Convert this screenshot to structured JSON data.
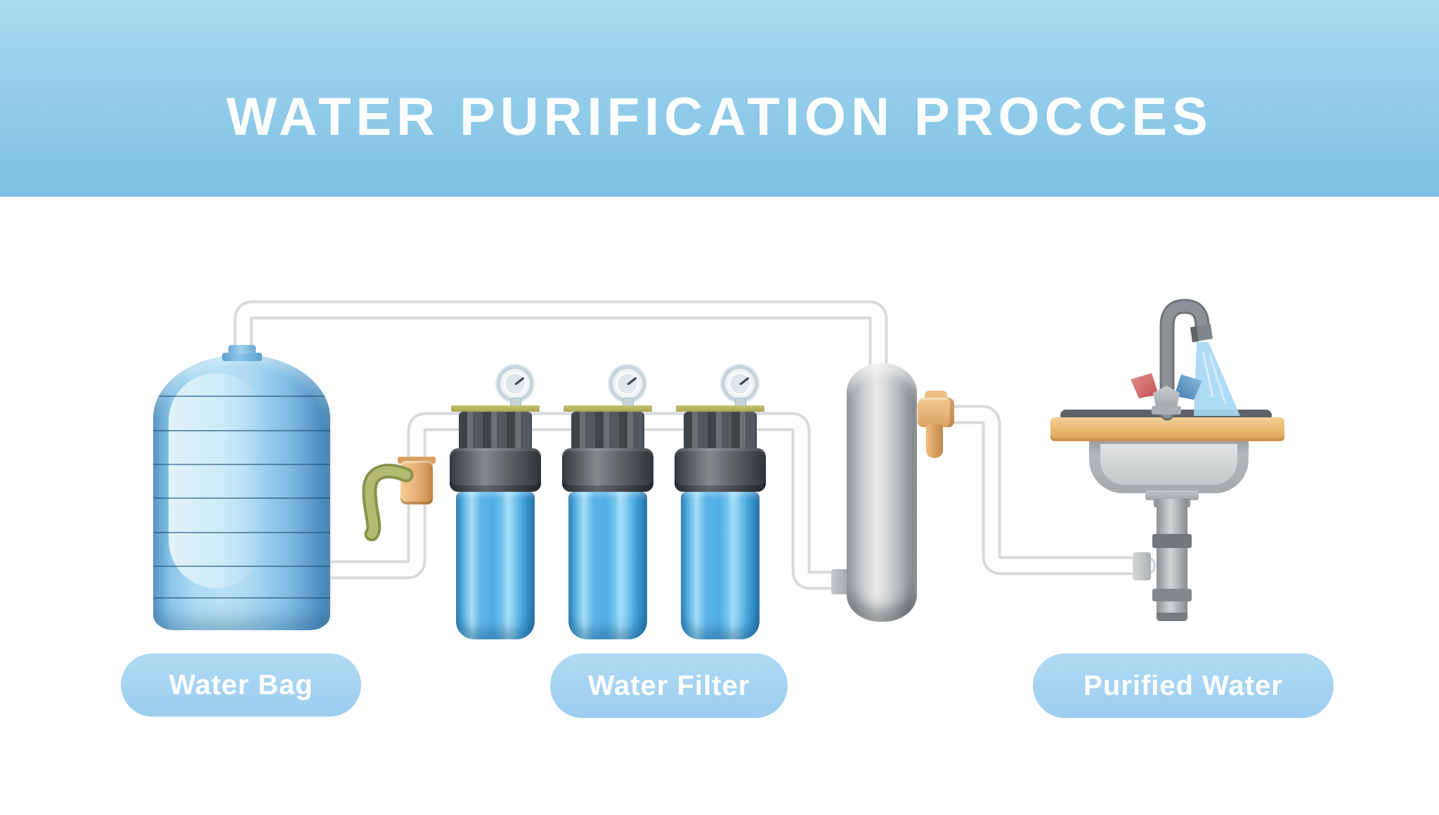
{
  "header": {
    "title": "WATER PURIFICATION PROCCES",
    "background_top": "#a9daf1",
    "background_bottom": "#7fc0e3",
    "title_color": "#fcfefe"
  },
  "diagram": {
    "stages": [
      {
        "label": "Water Bag"
      },
      {
        "label": "Water Filter"
      },
      {
        "label": "Purified Water"
      }
    ],
    "label_pill_color": "#a5d2f0",
    "label_text_color": "#ffffff",
    "icons": [
      "water-bag-tank-icon",
      "tank-cap-icon",
      "inlet-valve-icon",
      "valve-handle-icon",
      "filter-cartridge-icon",
      "pressure-gauge-icon",
      "filter-cap-icon",
      "pressure-tank-icon",
      "outlet-valve-icon",
      "pipe-icon",
      "sink-icon",
      "countertop-icon",
      "faucet-icon",
      "hot-handle-icon",
      "cold-handle-icon",
      "water-spray-icon",
      "drain-pipe-icon"
    ],
    "colors": {
      "tank_blue": "#aedcf3",
      "tank_blue_edge": "#4a8ec0",
      "filter_blue": "#4fade3",
      "filter_cap_gray": "#53585c",
      "filter_top_bar": "#b5b45e",
      "pressure_tank_gray": "#d2d4d6",
      "pipe_white": "#fdfdfd",
      "pipe_outline": "#d7dadc",
      "valve_tan": "#e9b477",
      "valve_handle_green": "#b3bb70",
      "counter_tan": "#eab970",
      "faucet_gray": "#8b9196",
      "hot_red": "#c24f4f",
      "cold_blue": "#4079ab",
      "spray_blue": "#a7d7f4"
    }
  }
}
